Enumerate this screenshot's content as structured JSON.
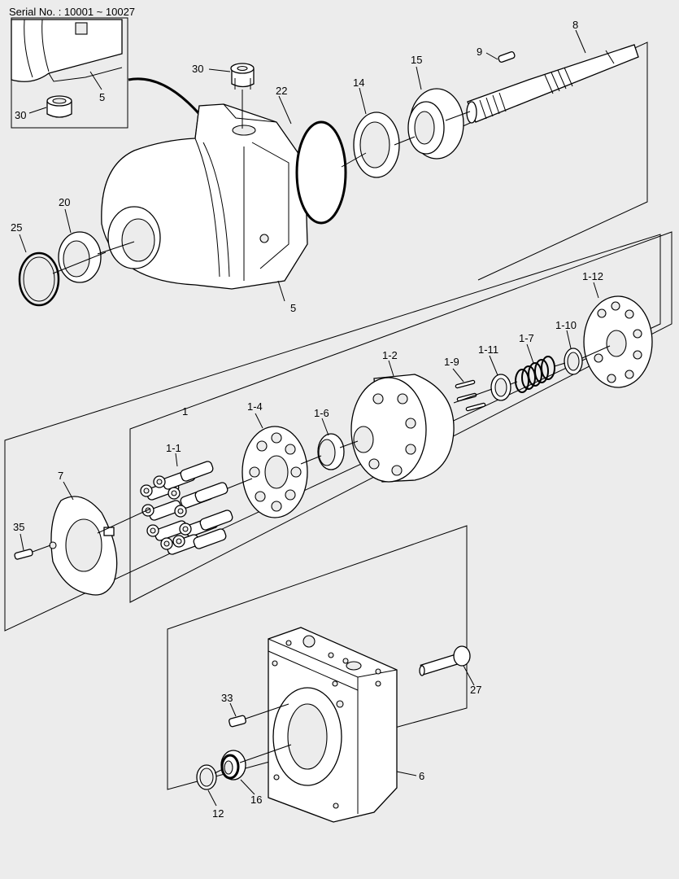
{
  "header": {
    "serial_text": "Serial No. : 10001 ~ 10027"
  },
  "callouts": {
    "c30a": "30",
    "c30b": "30",
    "c5a": "5",
    "c5b": "5",
    "c22": "22",
    "c14": "14",
    "c15": "15",
    "c9": "9",
    "c8": "8",
    "c20": "20",
    "c25": "25",
    "c1": "1",
    "c1_1": "1-1",
    "c1_2": "1-2",
    "c1_4": "1-4",
    "c1_6": "1-6",
    "c1_7": "1-7",
    "c1_9": "1-9",
    "c1_10": "1-10",
    "c1_11": "1-11",
    "c1_12": "1-12",
    "c7": "7",
    "c35": "35",
    "c33": "33",
    "c27": "27",
    "c6": "6",
    "c12": "12",
    "c16": "16"
  }
}
